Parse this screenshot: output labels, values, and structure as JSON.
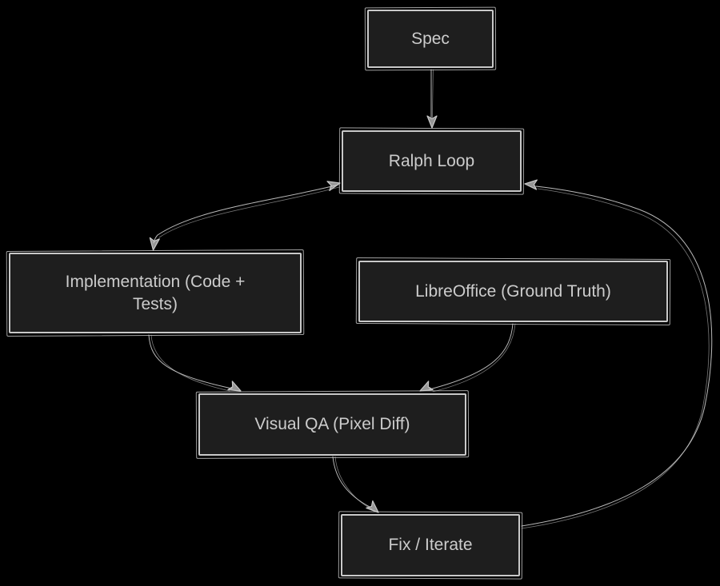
{
  "diagram": {
    "type": "flowchart",
    "direction": "top-down",
    "style": "hand-drawn-sketch",
    "colors": {
      "background": "#000000",
      "node_fill": "#1e1e1e",
      "node_border": "#c9c9c9",
      "node_text": "#cccccc",
      "edge": "#c9c9c9"
    },
    "nodes": {
      "spec": {
        "label": "Spec"
      },
      "ralph_loop": {
        "label": "Ralph Loop"
      },
      "implementation": {
        "label": "Implementation (Code + Tests)"
      },
      "libreoffice": {
        "label": "LibreOffice (Ground Truth)"
      },
      "visual_qa": {
        "label": "Visual QA (Pixel Diff)"
      },
      "fix_iterate": {
        "label": "Fix / Iterate"
      }
    },
    "edges": [
      {
        "from": "Spec",
        "to": "Ralph Loop",
        "style": "arrow"
      },
      {
        "from": "Ralph Loop",
        "to": "Implementation (Code + Tests)",
        "style": "double-arrow"
      },
      {
        "from": "Implementation (Code + Tests)",
        "to": "Visual QA (Pixel Diff)",
        "style": "arrow"
      },
      {
        "from": "LibreOffice (Ground Truth)",
        "to": "Visual QA (Pixel Diff)",
        "style": "arrow"
      },
      {
        "from": "Visual QA (Pixel Diff)",
        "to": "Fix / Iterate",
        "style": "arrow"
      },
      {
        "from": "Fix / Iterate",
        "to": "Ralph Loop",
        "style": "arrow"
      }
    ]
  }
}
